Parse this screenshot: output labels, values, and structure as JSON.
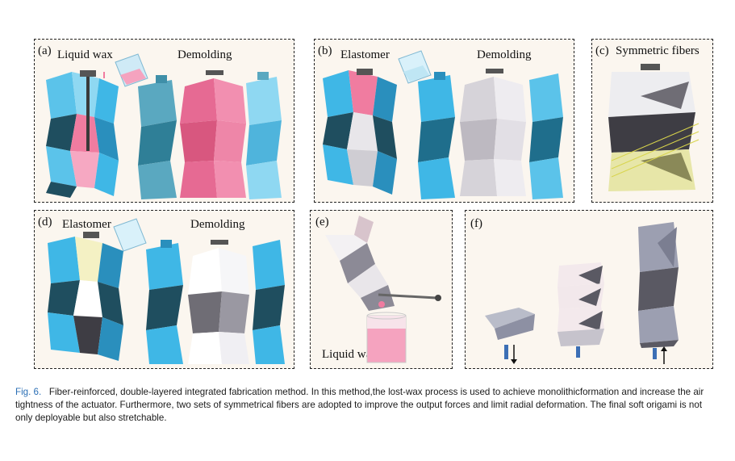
{
  "panels": {
    "a": {
      "tag": "(a)",
      "left_label": "Liquid wax",
      "right_label": "Demolding"
    },
    "b": {
      "tag": "(b)",
      "left_label": "Elastomer",
      "right_label": "Demolding"
    },
    "c": {
      "tag": "(c)",
      "label": "Symmetric fibers"
    },
    "d": {
      "tag": "(d)",
      "left_label": "Elastomer",
      "right_label": "Demolding"
    },
    "e": {
      "tag": "(e)",
      "label": "Liquid wax"
    },
    "f": {
      "tag": "(f)"
    }
  },
  "caption": {
    "fig_label": "Fig. 6.",
    "text": "Fiber-reinforced, double-layered integrated fabrication method. In this method,the lost-wax process is used to achieve monolithicformation and increase the air tightness of the actuator. Furthermore, two sets of symmetrical fibers are adopted to improve the output forces and limit radial deformation. The final soft origami is not only deployable but also stretchable."
  },
  "colors": {
    "cyan": "#3fb7e6",
    "cyan_light": "#8fd8f2",
    "dark_teal": "#1f4e5f",
    "pink": "#f07ca0",
    "pink_light": "#f6a8c2",
    "gray": "#8c8a96",
    "panel_bg": "#fbf6ef"
  }
}
